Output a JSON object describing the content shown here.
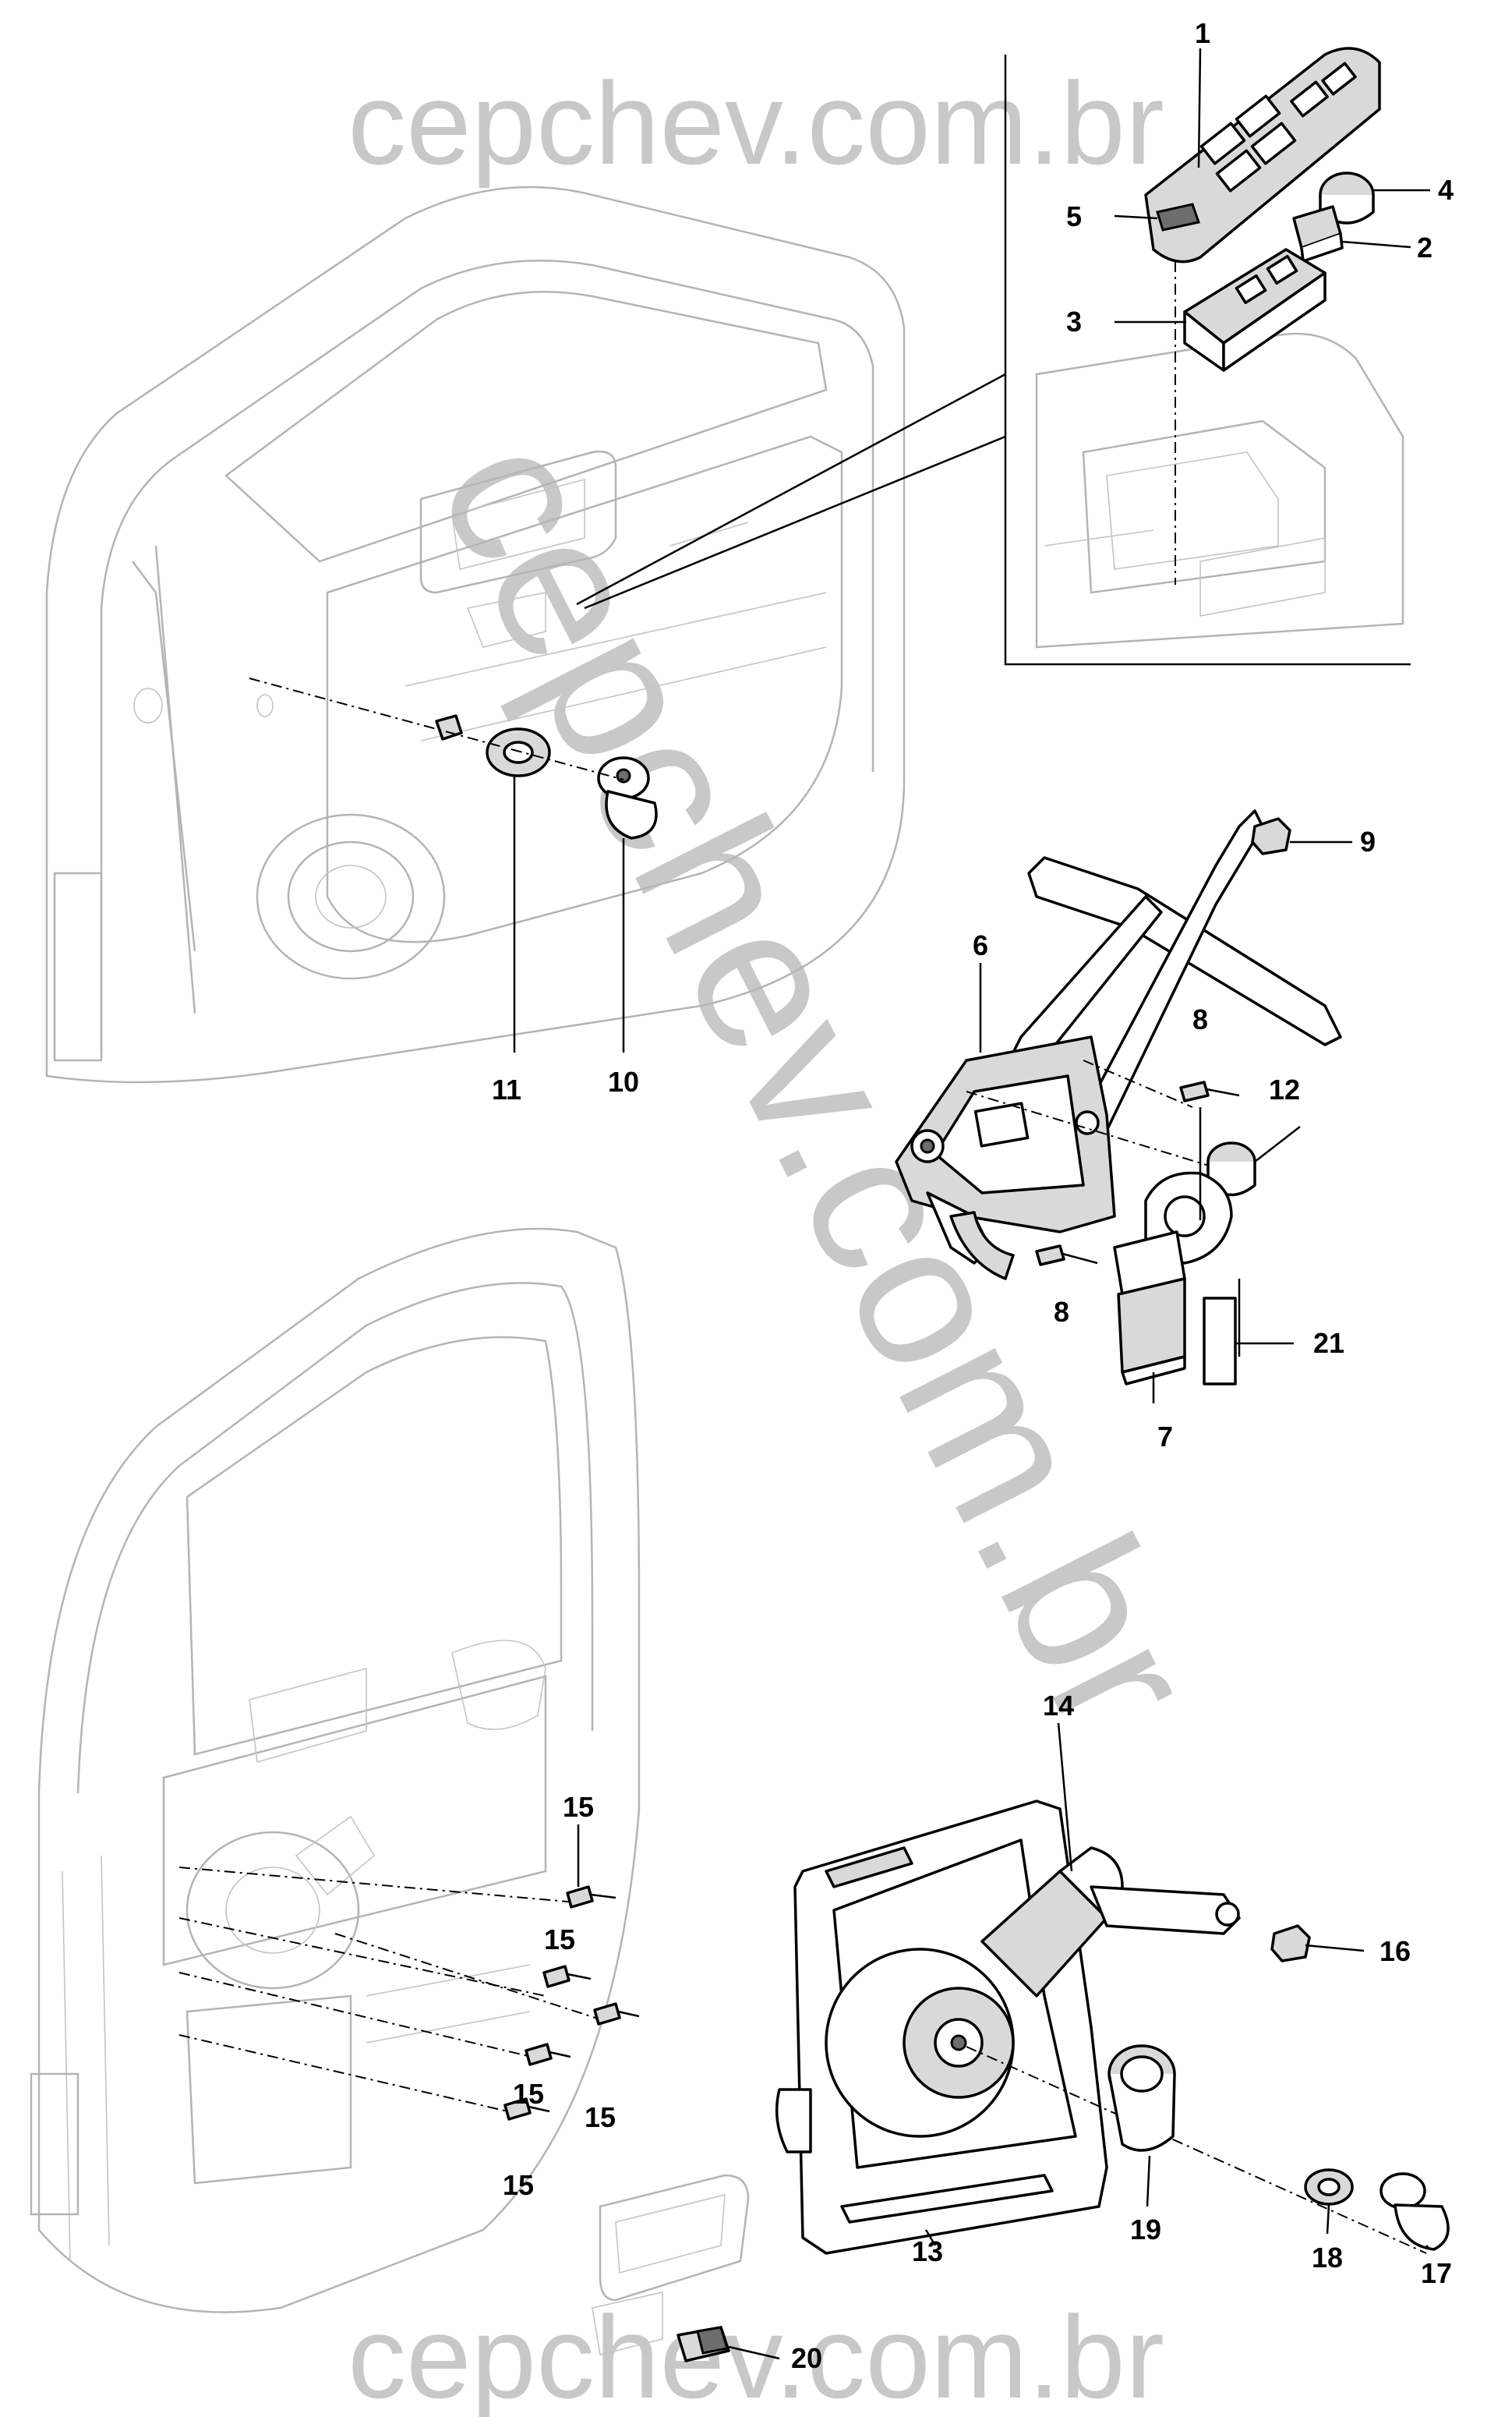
{
  "watermarks": {
    "top": "cepchev.com.br",
    "bottom": "cepchev.com.br",
    "diagonal": "cepchev.com.br"
  },
  "callouts": {
    "c1": "1",
    "c2": "2",
    "c3": "3",
    "c4": "4",
    "c5": "5",
    "c6": "6",
    "c7": "7",
    "c8a": "8",
    "c8b": "8",
    "c9": "9",
    "c10": "10",
    "c11": "11",
    "c12": "12",
    "c13": "13",
    "c14": "14",
    "c15a": "15",
    "c15b": "15",
    "c15c": "15",
    "c15d": "15",
    "c15e": "15",
    "c16": "16",
    "c17": "17",
    "c18": "18",
    "c19": "19",
    "c20": "20",
    "c21": "21"
  },
  "colors": {
    "ink": "#000000",
    "ghost": "#b4b4b4",
    "watermark": "#c8c8c8",
    "part_fill": "#d9d9d9"
  }
}
